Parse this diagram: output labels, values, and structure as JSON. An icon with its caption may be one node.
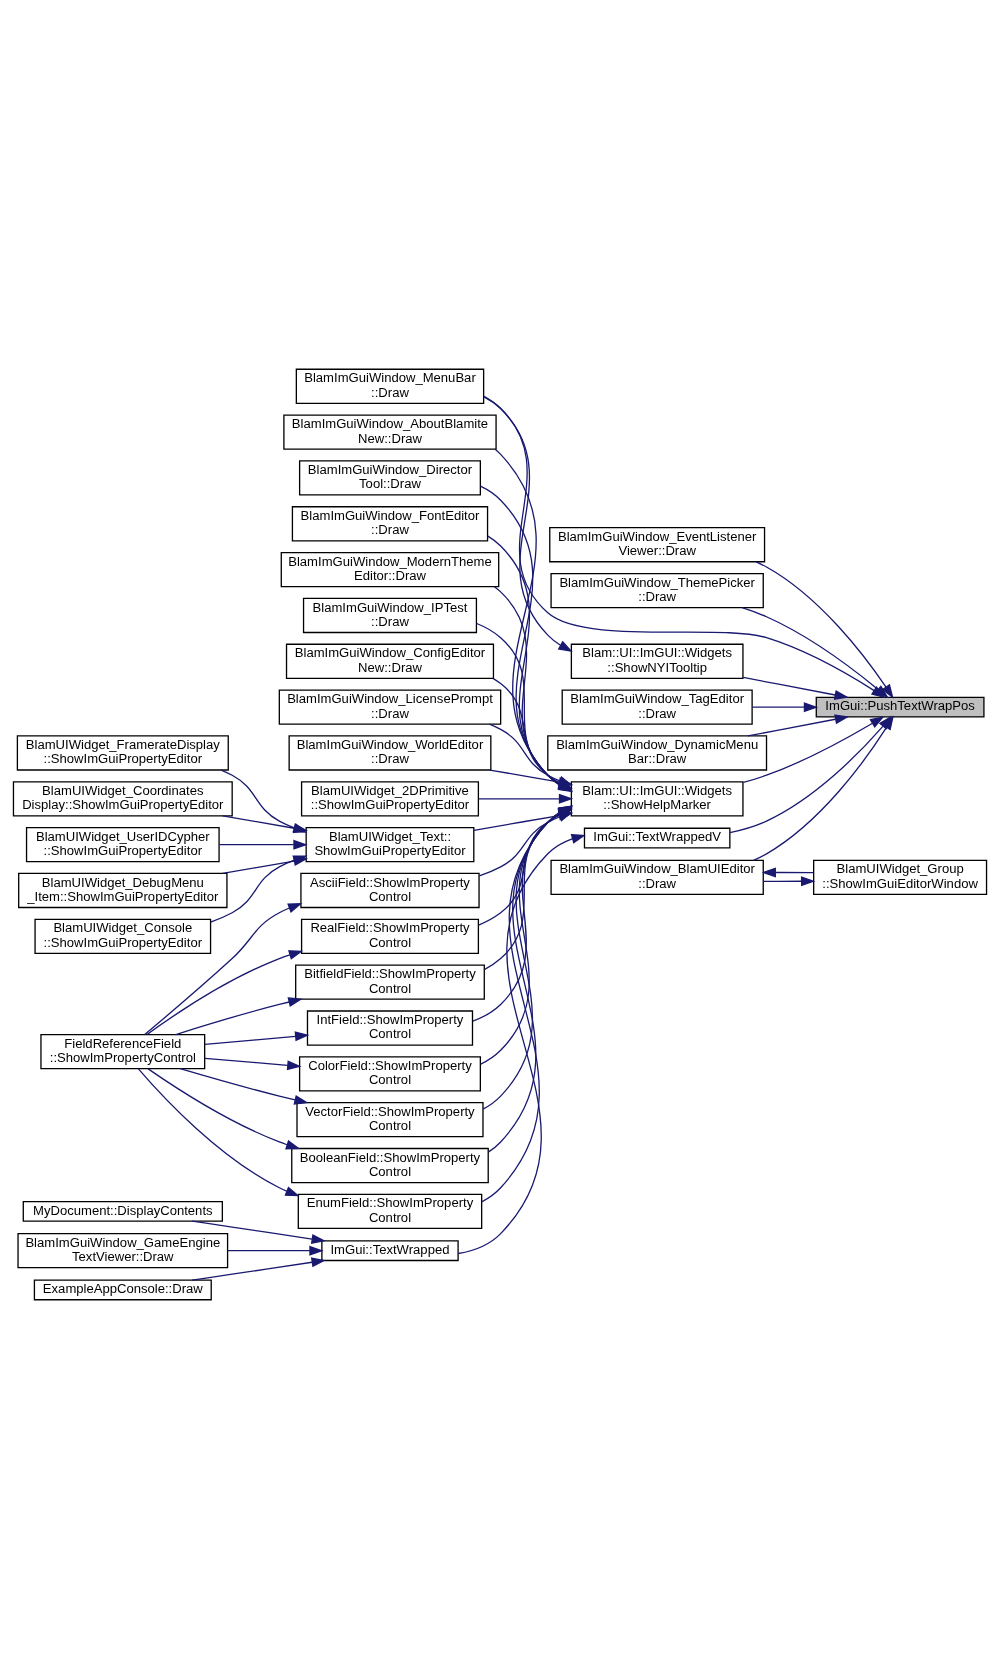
{
  "diagram": {
    "nodes": [
      {
        "text": [
          "ImGui::PushTextWrapPos"
        ]
      },
      {
        "text": [
          "BlamImGuiWindow_EventListener Viewer::Draw"
        ]
      },
      {
        "text": [
          "BlamImGuiWindow_ThemePicker ::Draw"
        ]
      },
      {
        "text": [
          "BlamImGuiWindow_MenuBar ::Draw"
        ]
      },
      {
        "text": [
          "BlamImGuiWindow_TagEditor ::Draw"
        ]
      },
      {
        "text": [
          "BlamImGuiWindow_DynamicMenu Bar::Draw"
        ]
      },
      {
        "text": [
          "Blam::UI::ImGUI::Widgets ::ShowNYITooltip"
        ]
      },
      {
        "text": [
          "BlamUIWidget_Group ::ShowImGuiEditorWindow"
        ]
      },
      {
        "text": [
          "BlamImGuiWindow_BlamUIEditor ::Draw"
        ]
      },
      {
        "text": [
          "BlamImGuiWindow_AboutBlamite New::Draw"
        ]
      },
      {
        "text": [
          "BlamImGuiWindow_Director Tool::Draw"
        ]
      },
      {
        "text": [
          "BlamImGuiWindow_FontEditor ::Draw"
        ]
      },
      {
        "text": [
          "BlamImGuiWindow_ModernTheme Editor::Draw"
        ]
      },
      {
        "text": [
          "BlamImGuiWindow_IPTest ::Draw"
        ]
      },
      {
        "text": [
          "BlamImGuiWindow_ConfigEditor New::Draw"
        ]
      },
      {
        "text": [
          "BlamImGuiWindow_LicensePrompt ::Draw"
        ]
      },
      {
        "text": [
          "BlamImGuiWindow_WorldEditor ::Draw"
        ]
      },
      {
        "text": [
          "Blam::UI::ImGUI::Widgets ::ShowHelpMarker"
        ]
      },
      {
        "text": [
          "BlamUIWidget_FramerateDisplay ::ShowImGuiPropertyEditor"
        ]
      },
      {
        "text": [
          "BlamUIWidget_2DPrimitive ::ShowImGuiPropertyEditor"
        ]
      },
      {
        "text": [
          "BlamUIWidget_Coordinates Display::ShowImGuiPropertyEditor"
        ]
      },
      {
        "text": [
          "BlamUIWidget_UserIDCypher ::ShowImGuiPropertyEditor"
        ]
      },
      {
        "text": [
          "BlamUIWidget_Text:: ShowImGuiPropertyEditor"
        ]
      },
      {
        "text": [
          "BlamUIWidget_DebugMenu _Item::ShowImGuiPropertyEditor"
        ]
      },
      {
        "text": [
          "AsciiField::ShowImProperty Control"
        ]
      },
      {
        "text": [
          "BlamUIWidget_Console ::ShowImGuiPropertyEditor"
        ]
      },
      {
        "text": [
          "RealField::ShowImProperty Control"
        ]
      },
      {
        "text": [
          "BitfieldField::ShowImProperty Control"
        ]
      },
      {
        "text": [
          "IntField::ShowImProperty Control"
        ]
      },
      {
        "text": [
          "ImGui::TextWrappedV"
        ]
      },
      {
        "text": [
          "FieldReferenceField ::ShowImPropertyControl"
        ]
      },
      {
        "text": [
          "ColorField::ShowImProperty Control"
        ]
      },
      {
        "text": [
          "VectorField::ShowImProperty Control"
        ]
      },
      {
        "text": [
          "BooleanField::ShowImProperty Control"
        ]
      },
      {
        "text": [
          "EnumField::ShowImProperty Control"
        ]
      },
      {
        "text": [
          "MyDocument::DisplayContents"
        ]
      },
      {
        "text": [
          "BlamImGuiWindow_GameEngine TextViewer::Draw"
        ]
      },
      {
        "text": [
          "ImGui::TextWrapped"
        ]
      },
      {
        "text": [
          "ExampleAppConsole::Draw"
        ]
      }
    ],
    "edges": [
      {
        "from": 1,
        "to": 0,
        "arrow": "to"
      },
      {
        "from": 2,
        "to": 0,
        "arrow": "to"
      },
      {
        "from": 3,
        "to": 0,
        "arrow": "to"
      },
      {
        "from": 4,
        "to": 0,
        "arrow": "to"
      },
      {
        "from": 5,
        "to": 0,
        "arrow": "to"
      },
      {
        "from": 6,
        "to": 0,
        "arrow": "to"
      },
      {
        "from": 8,
        "to": 0,
        "arrow": "to"
      },
      {
        "from": 17,
        "to": 0,
        "arrow": "to"
      },
      {
        "from": 29,
        "to": 0,
        "arrow": "to"
      },
      {
        "from": 3,
        "to": 6,
        "arrow": "to"
      },
      {
        "from": 8,
        "to": 7,
        "arrow": "to"
      },
      {
        "from": 7,
        "to": 8,
        "arrow": "to"
      },
      {
        "from": 9,
        "to": 17,
        "arrow": "to"
      },
      {
        "from": 10,
        "to": 17,
        "arrow": "to"
      },
      {
        "from": 11,
        "to": 17,
        "arrow": "to"
      },
      {
        "from": 12,
        "to": 17,
        "arrow": "to"
      },
      {
        "from": 13,
        "to": 17,
        "arrow": "to"
      },
      {
        "from": 14,
        "to": 17,
        "arrow": "to"
      },
      {
        "from": 15,
        "to": 17,
        "arrow": "to"
      },
      {
        "from": 16,
        "to": 17,
        "arrow": "to"
      },
      {
        "from": 19,
        "to": 17,
        "arrow": "to"
      },
      {
        "from": 22,
        "to": 17,
        "arrow": "to"
      },
      {
        "from": 24,
        "to": 17,
        "arrow": "to"
      },
      {
        "from": 26,
        "to": 17,
        "arrow": "to"
      },
      {
        "from": 27,
        "to": 17,
        "arrow": "to"
      },
      {
        "from": 28,
        "to": 17,
        "arrow": "to"
      },
      {
        "from": 31,
        "to": 17,
        "arrow": "to"
      },
      {
        "from": 32,
        "to": 17,
        "arrow": "to"
      },
      {
        "from": 33,
        "to": 17,
        "arrow": "to"
      },
      {
        "from": 34,
        "to": 17,
        "arrow": "to"
      },
      {
        "from": 18,
        "to": 22,
        "arrow": "to"
      },
      {
        "from": 20,
        "to": 22,
        "arrow": "to"
      },
      {
        "from": 21,
        "to": 22,
        "arrow": "to"
      },
      {
        "from": 23,
        "to": 22,
        "arrow": "to"
      },
      {
        "from": 25,
        "to": 22,
        "arrow": "to"
      },
      {
        "from": 30,
        "to": 24,
        "arrow": "to"
      },
      {
        "from": 30,
        "to": 26,
        "arrow": "to"
      },
      {
        "from": 30,
        "to": 27,
        "arrow": "to"
      },
      {
        "from": 30,
        "to": 28,
        "arrow": "to"
      },
      {
        "from": 30,
        "to": 31,
        "arrow": "to"
      },
      {
        "from": 30,
        "to": 32,
        "arrow": "to"
      },
      {
        "from": 30,
        "to": 33,
        "arrow": "to"
      },
      {
        "from": 30,
        "to": 34,
        "arrow": "to"
      },
      {
        "from": 35,
        "to": 37,
        "arrow": "to"
      },
      {
        "from": 36,
        "to": 37,
        "arrow": "to"
      },
      {
        "from": 38,
        "to": 37,
        "arrow": "to"
      },
      {
        "from": 37,
        "to": 29,
        "arrow": "to"
      }
    ]
  }
}
